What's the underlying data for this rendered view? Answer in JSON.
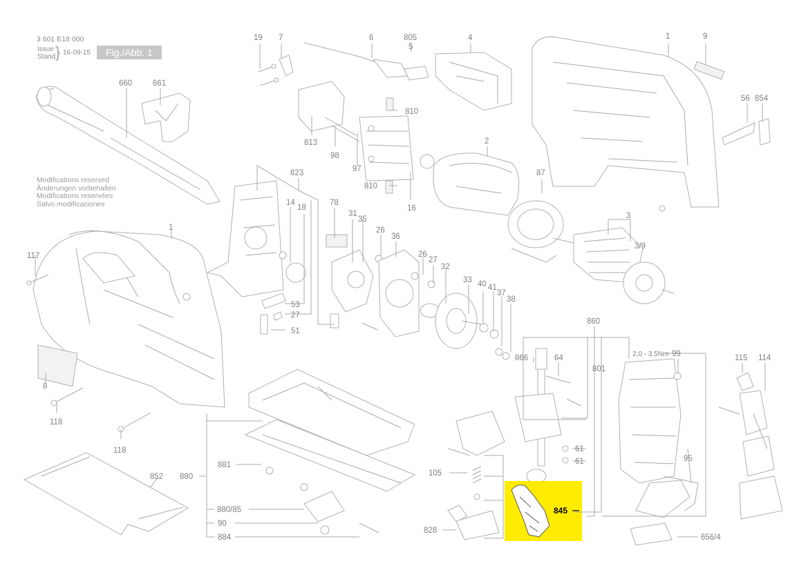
{
  "header": {
    "part_number": "3 601 E18 000",
    "issue_label_en": "Issue",
    "issue_label_de": "Stand",
    "issue_date": "16-09-15",
    "figure_label": "Fig./Abb. 1"
  },
  "notes": [
    "Modifications reserved",
    "Änderungen vorbehalten",
    "Modifications reservées",
    "Salvo modificaciones"
  ],
  "torque_spec": "2,0 - 3,5Nm",
  "highlight": {
    "label": "845",
    "color": "#ffec00"
  },
  "part_labels": {
    "p19": "19",
    "p7": "7",
    "p6": "6",
    "p805": "805",
    "p5": "5",
    "p4": "4",
    "p1_top": "1",
    "p9": "9",
    "p660": "660",
    "p661": "661",
    "p810a": "810",
    "p813": "813",
    "p98": "98",
    "p97": "97",
    "p810b": "810",
    "p16": "16",
    "p2": "2",
    "p56": "56",
    "p854": "854",
    "p823": "823",
    "p14": "14",
    "p18": "18",
    "p87": "87",
    "p78": "78",
    "p31": "31",
    "p35": "35",
    "p26a": "26",
    "p36": "36",
    "p3": "3",
    "p39": "3/9",
    "p1_left": "1",
    "p117": "117",
    "p26b": "26",
    "p27a": "27",
    "p32": "32",
    "p33": "33",
    "p40": "40",
    "p41": "41",
    "p37": "37",
    "p38": "38",
    "p53": "53",
    "p27b": "27",
    "p51": "51",
    "p860": "860",
    "p866": "866",
    "p64": "64",
    "p801": "801",
    "p99": "99",
    "p115": "115",
    "p114": "114",
    "p8": "8",
    "p118a": "118",
    "p118b": "118",
    "p61a": "61",
    "p61b": "61",
    "p881": "881",
    "p880": "880",
    "p852": "852",
    "p105": "105",
    "p95": "95",
    "p880_85": "880/85",
    "p90": "90",
    "p884": "884",
    "p828": "828",
    "p656_4": "656/4"
  }
}
